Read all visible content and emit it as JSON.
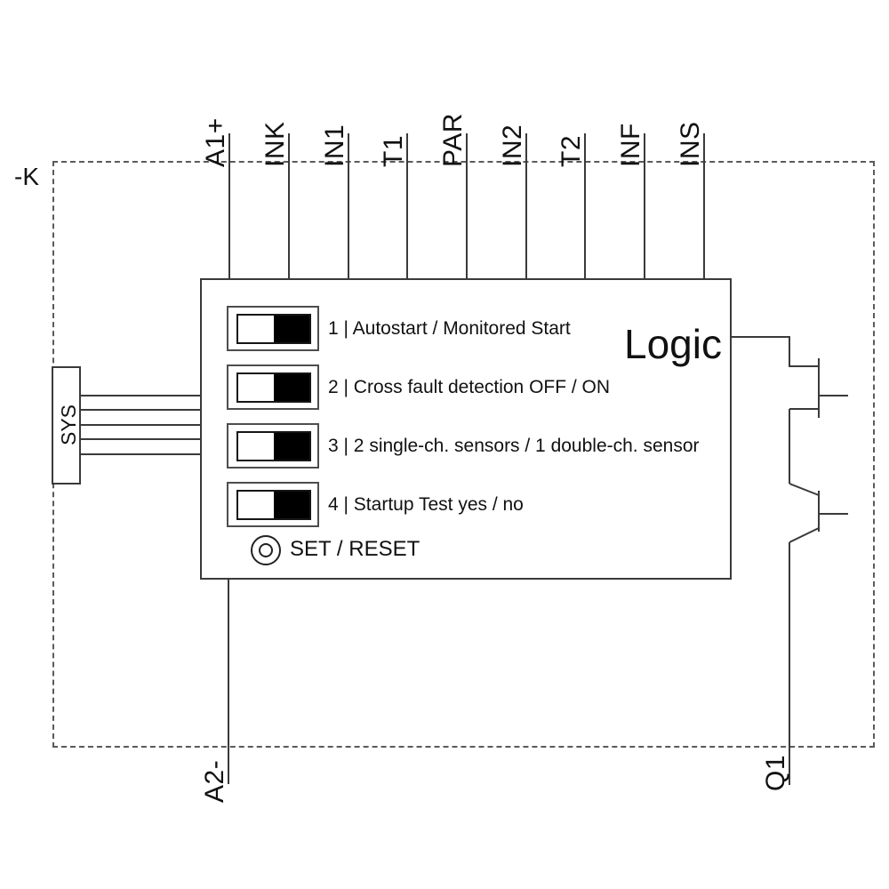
{
  "diagram": {
    "device_ref": "-K",
    "logic_title": "Logic",
    "sys_label": "SYS",
    "set_reset_label": "SET / RESET",
    "terminals": {
      "top": [
        "A1+",
        "INK",
        "IN1",
        "T1",
        "PAR",
        "IN2",
        "T2",
        "INF",
        "INS"
      ],
      "bottom_left": "A2-",
      "bottom_right": "Q1"
    },
    "dip_switches": [
      {
        "label": "1 | Autostart / Monitored Start",
        "toggle_position": "right"
      },
      {
        "label": "2 | Cross fault detection OFF / ON",
        "toggle_position": "right"
      },
      {
        "label": "3 | 2 single-ch. sensors / 1 double-ch. sensor",
        "toggle_position": "right"
      },
      {
        "label": "4 | Startup Test yes / no",
        "toggle_position": "right"
      }
    ],
    "colors": {
      "line": "#3a3a3a",
      "dashed_border": "#5a5a5a",
      "switch_fill": "#000000",
      "text": "#111111",
      "background": "#ffffff"
    }
  }
}
